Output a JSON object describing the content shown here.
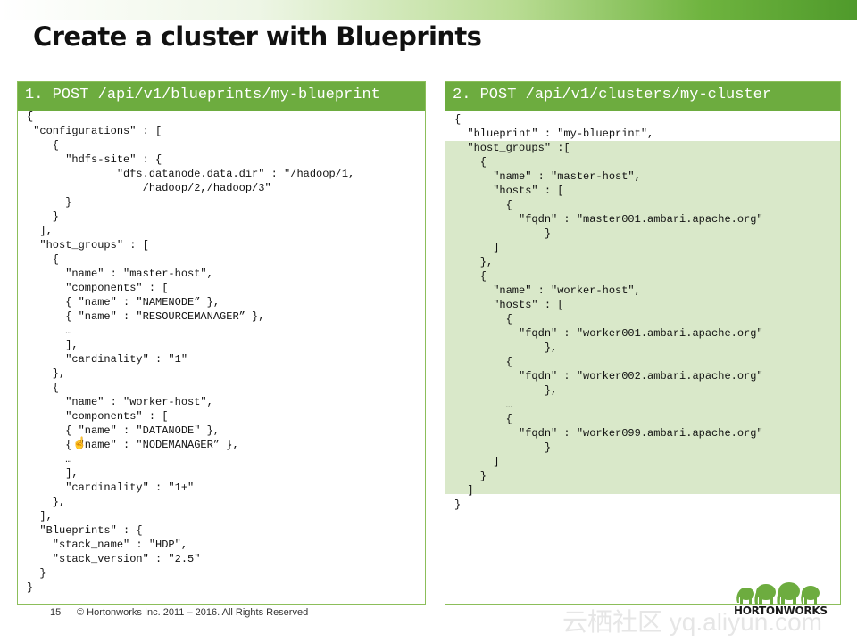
{
  "slide": {
    "title": "Create a cluster with Blueprints",
    "page_number": "15",
    "copyright": "© Hortonworks Inc. 2011 – 2016. All Rights Reserved",
    "logo_text": "HORTONWORKS",
    "watermark": "云栖社区 yq.aliyun.com"
  },
  "left_panel": {
    "header": "1. POST /api/v1/blueprints/my-blueprint",
    "code": "{\n \"configurations\" : [\n    {\n      \"hdfs-site\" : {\n              \"dfs.datanode.data.dir\" : \"/hadoop/1,\n                  /hadoop/2,/hadoop/3\"\n      }\n    }\n  ],\n  \"host_groups\" : [\n    {\n      \"name\" : \"master-host\",\n      \"components\" : [\n      { \"name\" : \"NAMENODE” },\n      { \"name\" : \"RESOURCEMANAGER” },\n      …\n      ],\n      \"cardinality\" : \"1\"\n    },\n    {\n      \"name\" : \"worker-host\",\n      \"components\" : [\n      { \"name\" : \"DATANODE\" },\n      { \"name\" : \"NODEMANAGER” },\n      …\n      ],\n      \"cardinality\" : \"1+\"\n    },\n  ],\n  \"Blueprints\" : {\n    \"stack_name\" : \"HDP\",\n    \"stack_version\" : \"2.5\"\n  }\n}"
  },
  "right_panel": {
    "header": "2. POST /api/v1/clusters/my-cluster",
    "code": "{\n  \"blueprint\" : \"my-blueprint\",\n  \"host_groups\" :[\n    {\n      \"name\" : \"master-host\",\n      \"hosts\" : [\n        {\n          \"fqdn\" : \"master001.ambari.apache.org\"\n              }\n      ]\n    },\n    {\n      \"name\" : \"worker-host\",\n      \"hosts\" : [\n        {\n          \"fqdn\" : \"worker001.ambari.apache.org\"\n              },\n        {\n          \"fqdn\" : \"worker002.ambari.apache.org\"\n              },\n        …\n        {\n          \"fqdn\" : \"worker099.ambari.apache.org\"\n              }\n      ]\n    }\n  ]\n}"
  },
  "colors": {
    "header_green": "#6dac3f",
    "highlight_green": "#d9e8c9",
    "border_green": "#8cbe5a"
  }
}
